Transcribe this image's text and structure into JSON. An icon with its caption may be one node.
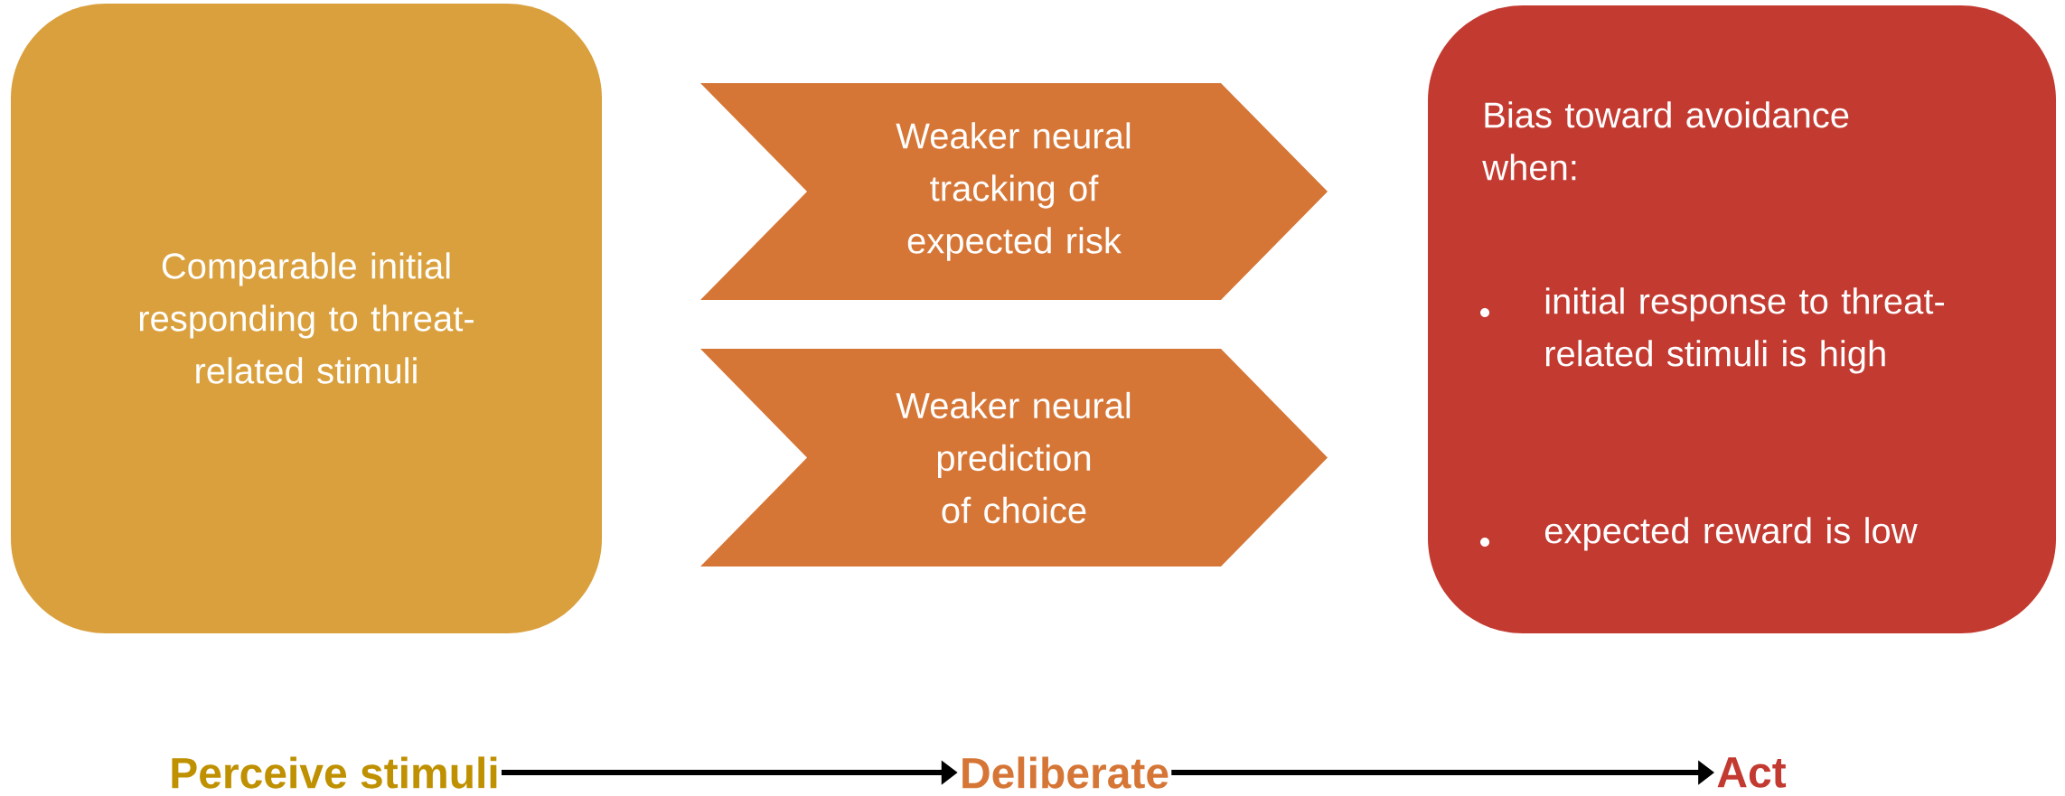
{
  "diagram": {
    "nodes": [
      {
        "text": [
          "Comparable initial responding to threat-related stimuli"
        ]
      },
      {
        "text": [
          "Weaker neural tracking of expected risk"
        ]
      },
      {
        "text": [
          "Weaker neural prediction of choice"
        ]
      },
      {
        "text": [
          "Bias toward avoidance when:",
          "initial response to threat-related stimuli is high",
          "expected reward is low"
        ]
      },
      {
        "text": [
          "Perceive stimuli"
        ]
      },
      {
        "text": [
          "Deliberate"
        ]
      },
      {
        "text": [
          "Act"
        ]
      }
    ],
    "edges": [
      {
        "from": 4,
        "to": 5,
        "arrow": "to"
      },
      {
        "from": 5,
        "to": 6,
        "arrow": "to"
      }
    ]
  }
}
